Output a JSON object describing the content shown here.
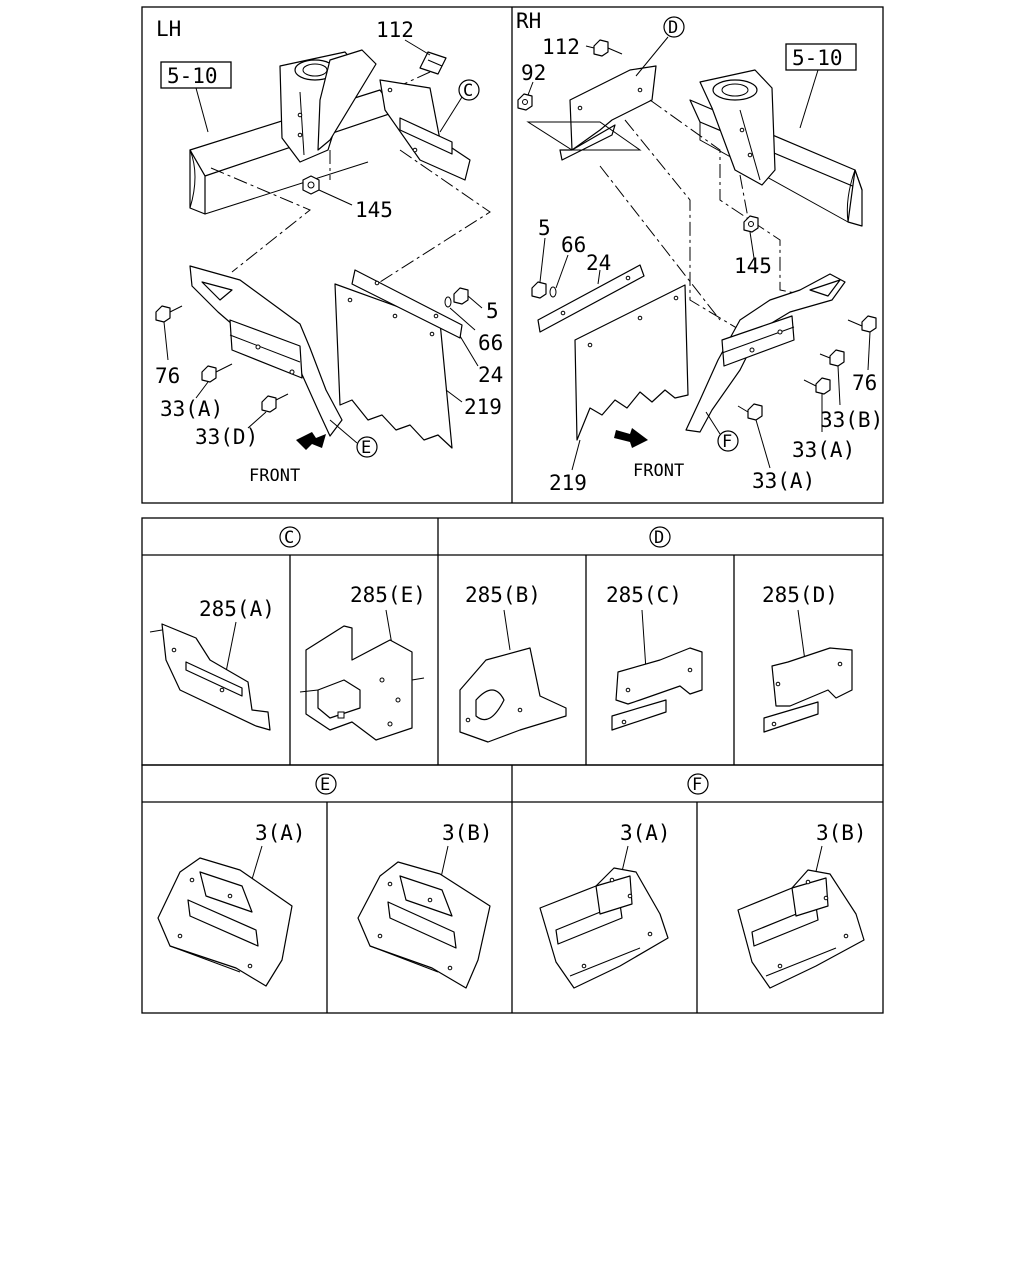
{
  "top_panels": {
    "lh": {
      "side_label": "LH",
      "ref_box": "5-10",
      "callouts": {
        "c1": "112",
        "c2": "145",
        "c3": "5",
        "c4": "66",
        "c5": "24",
        "c6": "219",
        "c7": "76",
        "c8": "33(A)",
        "c9": "33(D)"
      },
      "circled": {
        "c": "C",
        "e": "E"
      },
      "front": "FRONT"
    },
    "rh": {
      "side_label": "RH",
      "ref_box": "5-10",
      "callouts": {
        "c1": "112",
        "c2": "92",
        "c3": "145",
        "c4": "5",
        "c5": "66",
        "c6": "24",
        "c7": "76",
        "c8": "33(B)",
        "c9": "33(A)",
        "c10": "33(A)",
        "c11": "219"
      },
      "circled": {
        "d": "D",
        "f": "F"
      },
      "front": "FRONT"
    }
  },
  "detail_c_d": {
    "header_c": "C",
    "header_d": "D",
    "cells": [
      "285(A)",
      "285(E)",
      "285(B)",
      "285(C)",
      "285(D)"
    ]
  },
  "detail_e_f": {
    "header_e": "E",
    "header_f": "F",
    "cells": [
      "3(A)",
      "3(B)",
      "3(A)",
      "3(B)"
    ]
  }
}
